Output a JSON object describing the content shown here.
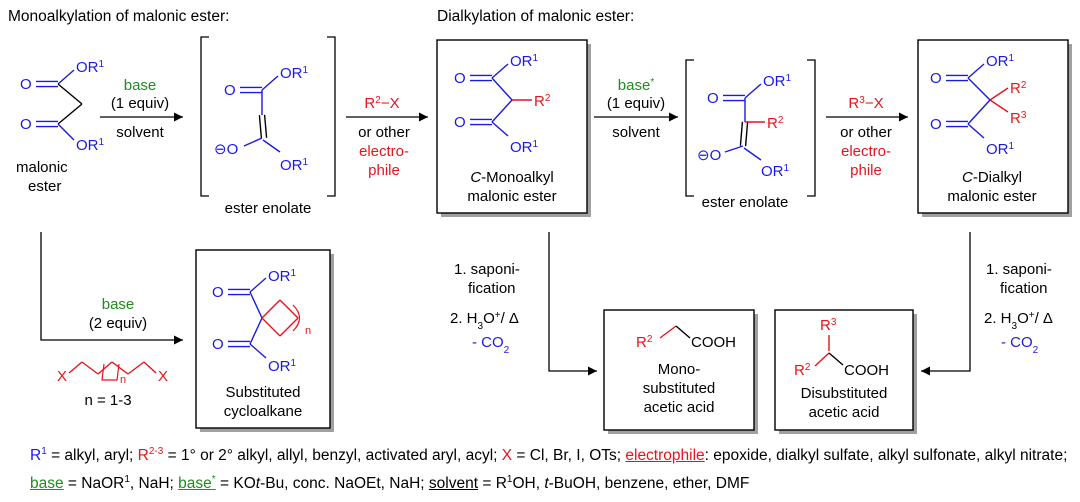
{
  "headings": {
    "mono": "Monoalkylation of malonic ester:",
    "di": "Dialkylation of malonic ester:"
  },
  "atoms": {
    "O": "O",
    "OR": "OR",
    "sup1": "1",
    "R": "R",
    "sup2": "2",
    "sup3": "3",
    "X": "X",
    "n": "n",
    "minus_sign": "⊖",
    "COOH": "COOH"
  },
  "labels": {
    "malonic_ester_1": "malonic",
    "malonic_ester_2": "ester",
    "ester_enolate": "ester enolate",
    "c_monoalkyl_1": "C",
    "c_monoalkyl_1b": "-Monoalkyl",
    "c_monoalkyl_2": "malonic ester",
    "c_dialkyl_1": "C",
    "c_dialkyl_1b": "-Dialkyl",
    "c_dialkyl_2": "malonic ester",
    "subst_cyclo_1": "Substituted",
    "subst_cyclo_2": "cycloalkane",
    "mono_acid_1": "Mono-",
    "mono_acid_2": "substituted",
    "mono_acid_3": "acetic acid",
    "di_acid_1": "Disubstituted",
    "di_acid_2": "acetic acid",
    "n_range": "n = 1-3"
  },
  "reagents": {
    "base": "base",
    "one_equiv": "(1 equiv)",
    "two_equiv": "(2 equiv)",
    "solvent": "solvent",
    "star": "*",
    "r2x": "R",
    "r2x_sup": "2",
    "r2x_tail": "−X",
    "r3x": "R",
    "r3x_sup": "3",
    "r3x_tail": "−X",
    "or_other": "or other",
    "electro": "electro-",
    "phile": "phile",
    "sapon_1": "1. saponi-",
    "sapon_2": "fication",
    "h3o_a": "2. H",
    "h3o_sub": "3",
    "h3o_b": "O",
    "h3o_sup": "+",
    "h3o_c": "/ Δ",
    "co2_a": "- CO",
    "co2_sub": "2"
  },
  "legend": {
    "r1_a": "R",
    "r1_sup": "1",
    "r1_b": " = alkyl, aryl; ",
    "r23_a": "R",
    "r23_sup": "2-3",
    "r23_b": " = 1° or 2° alkyl, allyl, benzyl, activated aryl, acyl; ",
    "x_a": "X",
    "x_b": " = Cl, Br, I, OTs; ",
    "electrophile": "electrophile",
    "electrophile_b": ": epoxide, dialkyl sulfate, alkyl sulfonate, alkyl nitrate; ",
    "base": "base",
    "base_b": " = NaOR",
    "base_sup": "1",
    "base_c": ", NaH; ",
    "base2": "base",
    "base2_star": "*",
    "base2_b": " = KO",
    "base2_italic": "t",
    "base2_c": "-Bu, conc. NaOEt, NaH; ",
    "solvent": "solvent",
    "solvent_b": " = R",
    "solvent_sup": "1",
    "solvent_c": "OH, ",
    "solvent_italic": "t",
    "solvent_d": "-BuOH, benzene, ether, DMF"
  },
  "colors": {
    "blue": "#1a1ae6",
    "red": "#e8141a",
    "green": "#1e8c1e",
    "box_shadow": "#a0a0a0"
  }
}
